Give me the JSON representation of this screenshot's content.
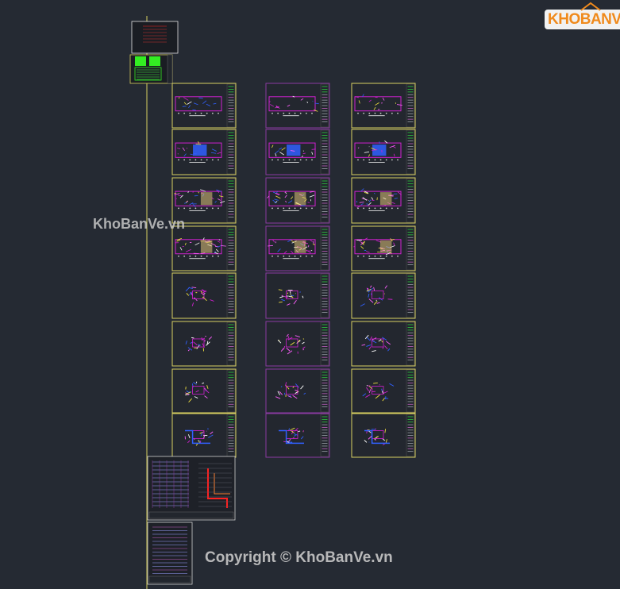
{
  "logo": {
    "kho": "KHO",
    "banve": "BANVE"
  },
  "watermark_mid": "KhoBanVe.vn",
  "watermark_bottom": "Copyright © KhoBanVe.vn",
  "colors": {
    "background": "#252a33",
    "sheet_border_yellow": "#d8d060",
    "sheet_border_purple": "#8a3aa0",
    "drawing_magenta": "#d020d0",
    "drawing_blue": "#3060ff",
    "title_green": "#2ecc40",
    "title_block": "#22262d",
    "cover_green": "#33ee22",
    "red_line": "#ff2020"
  },
  "sheet_grid": {
    "columns": 3,
    "rows": 8,
    "col_borders": [
      "yellow",
      "purple",
      "yellow"
    ],
    "row_styles": [
      "plan",
      "plan-blue",
      "plan-dense",
      "plan-dense",
      "detail",
      "detail",
      "detail",
      "section"
    ]
  },
  "cover_sheets": 2,
  "bottom_sheets": 2,
  "icons": [
    "logo-house-icon"
  ]
}
